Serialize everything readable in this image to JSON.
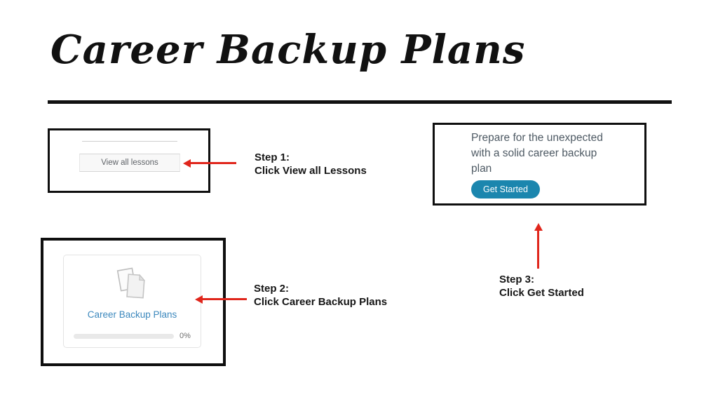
{
  "slide": {
    "title": "Career Backup Plans"
  },
  "colors": {
    "arrow_red": "#e0261c",
    "link_blue": "#3c88bd",
    "button_blue": "#1b86ae",
    "promo_text_gray": "#4e5a64",
    "frame_black": "#0f0f0f"
  },
  "screenshot_lessons": {
    "button_label": "View all lessons"
  },
  "screenshot_promo": {
    "lines": [
      "Prepare for the unexpected",
      "with a solid career backup",
      "plan"
    ],
    "button_label": "Get Started"
  },
  "screenshot_course_card": {
    "course_title": "Career Backup Plans",
    "progress_percent": "0%",
    "icon": "documents-icon"
  },
  "steps": [
    {
      "label": "Step 1:",
      "instruction": "Click View all Lessons"
    },
    {
      "label": "Step 2:",
      "instruction": "Click Career Backup Plans"
    },
    {
      "label": "Step 3:",
      "instruction": "Click Get Started"
    }
  ]
}
